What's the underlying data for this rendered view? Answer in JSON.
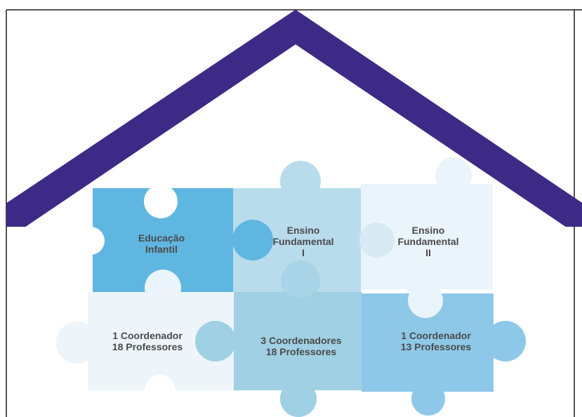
{
  "colors": {
    "roof": "#3d2a86",
    "frame_line": "#1a1a1a",
    "piece_top_1": "#5fb6e0",
    "piece_top_2": "#b9dced",
    "piece_top_3": "#eaf4fb",
    "piece_bottom_1": "#edf5fb",
    "piece_bottom_2": "#9fd0e3",
    "piece_bottom_3": "#8ec8e8",
    "text": "#4a4a4a"
  },
  "pieces": [
    {
      "id": "educacao-infantil",
      "lines": [
        "Educação",
        "Infantil"
      ]
    },
    {
      "id": "fundamental-1",
      "lines": [
        "Ensino",
        "Fundamental",
        "I"
      ]
    },
    {
      "id": "fundamental-2",
      "lines": [
        "Ensino",
        "Fundamental",
        "II"
      ]
    },
    {
      "id": "staff-infantil",
      "lines": [
        "1 Coordenador",
        "18 Professores"
      ]
    },
    {
      "id": "staff-fund-1",
      "lines": [
        "3 Coordenadores",
        "18 Professores"
      ]
    },
    {
      "id": "staff-fund-2",
      "lines": [
        "1 Coordenador",
        "13 Professores"
      ]
    }
  ]
}
